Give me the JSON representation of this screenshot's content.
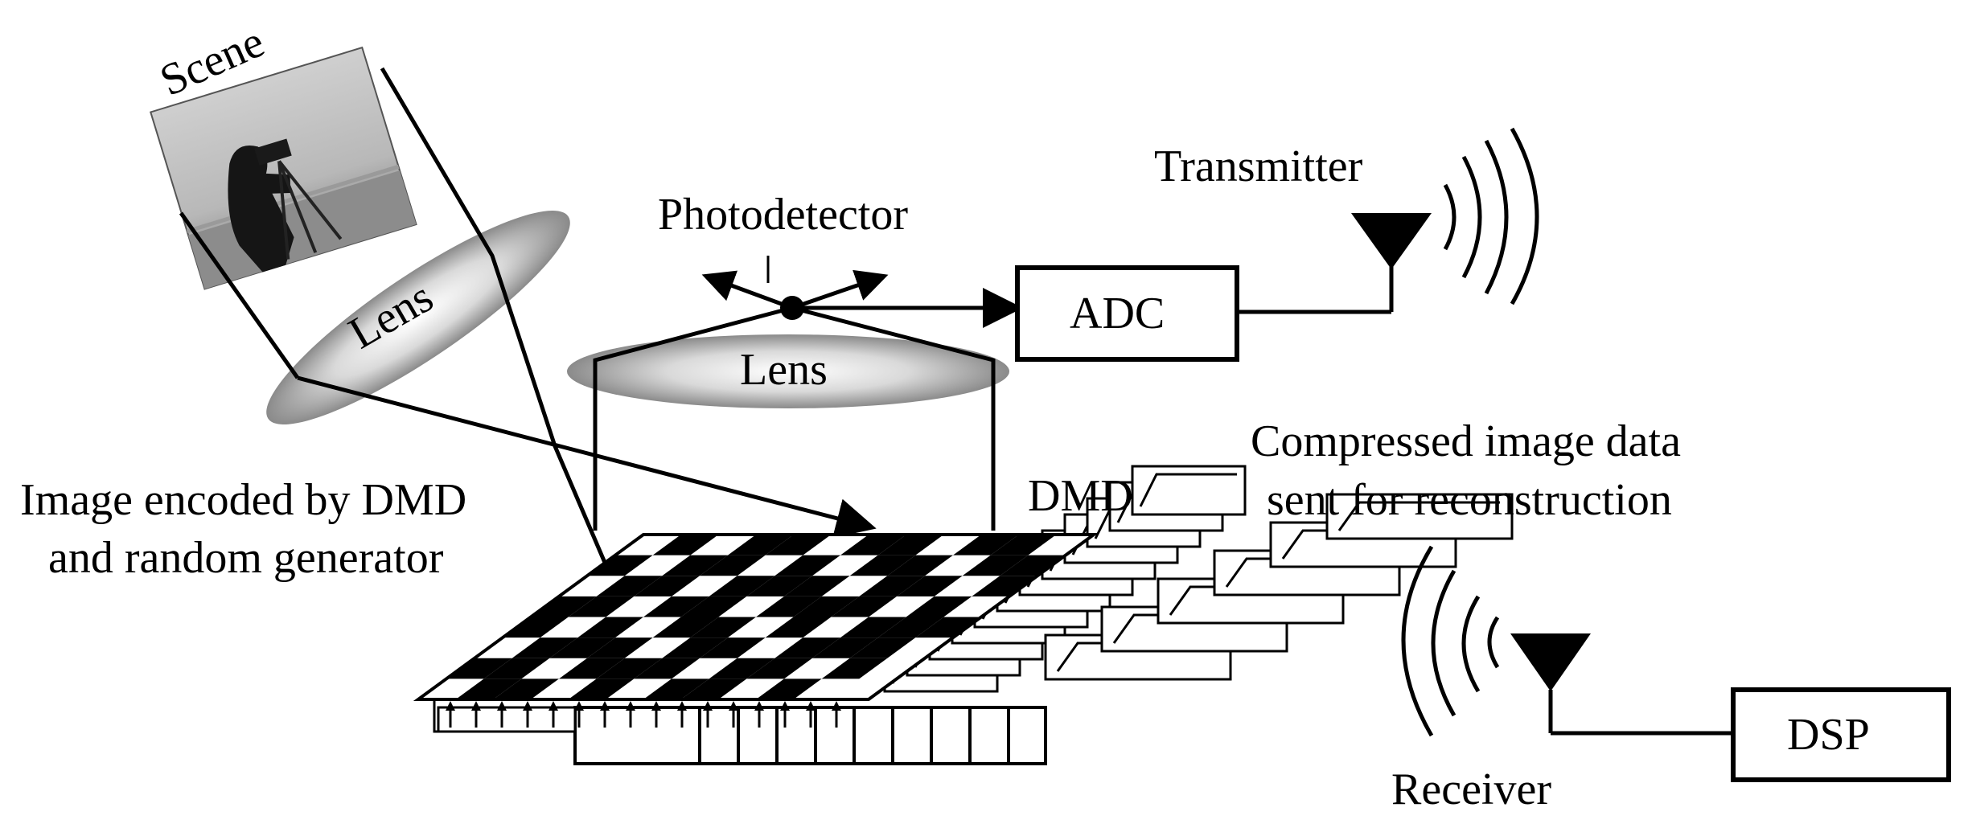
{
  "labels": {
    "scene": "Scene",
    "lens_left": "Lens",
    "lens_top": "Lens",
    "photodetector": "Photodetector",
    "adc": "ADC",
    "transmitter": "Transmitter",
    "dmd": "DMD",
    "encoded_line1": "Image encoded by DMD",
    "encoded_line2": "and random  generator",
    "compressed_line1": "Compressed image data",
    "compressed_line2": "sent for reconstruction",
    "receiver": "Receiver",
    "dsp": "DSP"
  },
  "icons": {
    "transmitter_antenna": "antenna-icon",
    "receiver_antenna": "antenna-icon",
    "transmit_waves": "signal-waves-icon",
    "receive_waves": "signal-waves-icon",
    "scene_image": "cameraman-photo-icon"
  },
  "colors": {
    "ink": "#000000",
    "lens_gray": "#9a9a9a",
    "background": "#ffffff"
  }
}
